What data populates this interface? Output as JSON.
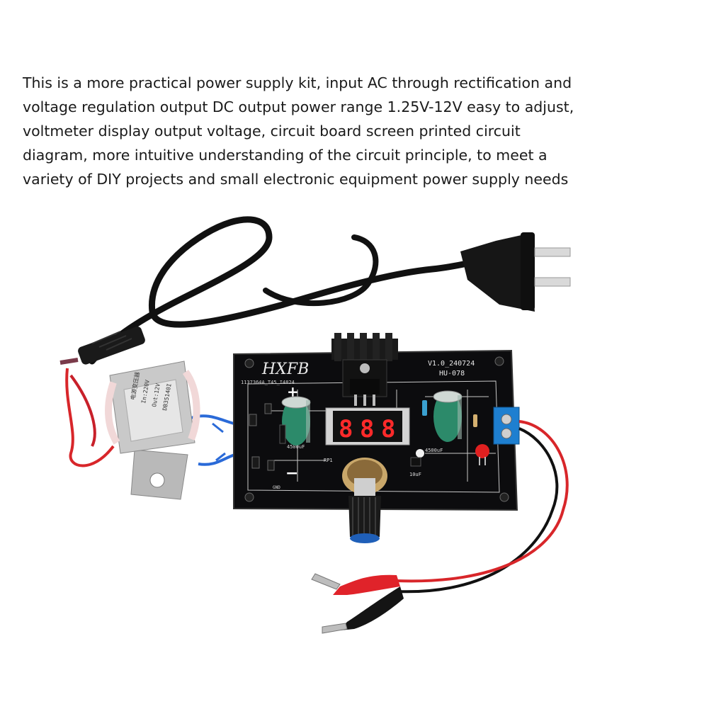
{
  "description": {
    "lines": [
      "This is a more practical power supply kit, input AC through rectification and",
      "voltage regulation output DC output power range 1.25V-12V easy to adjust,",
      "voltmeter display output voltage, circuit board screen printed circuit",
      "diagram, more intuitive understanding of the circuit principle, to meet a",
      "variety of DIY projects and small electronic equipment power supply needs"
    ]
  },
  "board": {
    "logo": "HXFB",
    "version": "V1.0_240724",
    "model": "HU-078",
    "serial": "1137364A_T45_I4824",
    "plus_mark": "+",
    "minus_mark": "−",
    "cap_left": "4500uF",
    "cap_right": "4500uF",
    "pot_label": "RP1",
    "cap_small": "10uF",
    "gnd_label": "GND"
  },
  "display": {
    "digits": [
      "8",
      "8",
      "8"
    ],
    "color": "#ff2a2a"
  },
  "transformer": {
    "lines": [
      "电源变压器",
      "In:220V",
      "Out:12V",
      "DB35140I"
    ]
  },
  "colors": {
    "pcb": "#0c0c0e",
    "silkscreen": "#e8e8e8",
    "heatsink": "#1a1a1a",
    "terminal": "#1e7fd0",
    "capacitor": "#2c8a6a",
    "cable": "#111111",
    "wire_red": "#d8262a",
    "clip_red": "#e0232a",
    "clip_black": "#141414",
    "knob": "#1a1a1a"
  }
}
